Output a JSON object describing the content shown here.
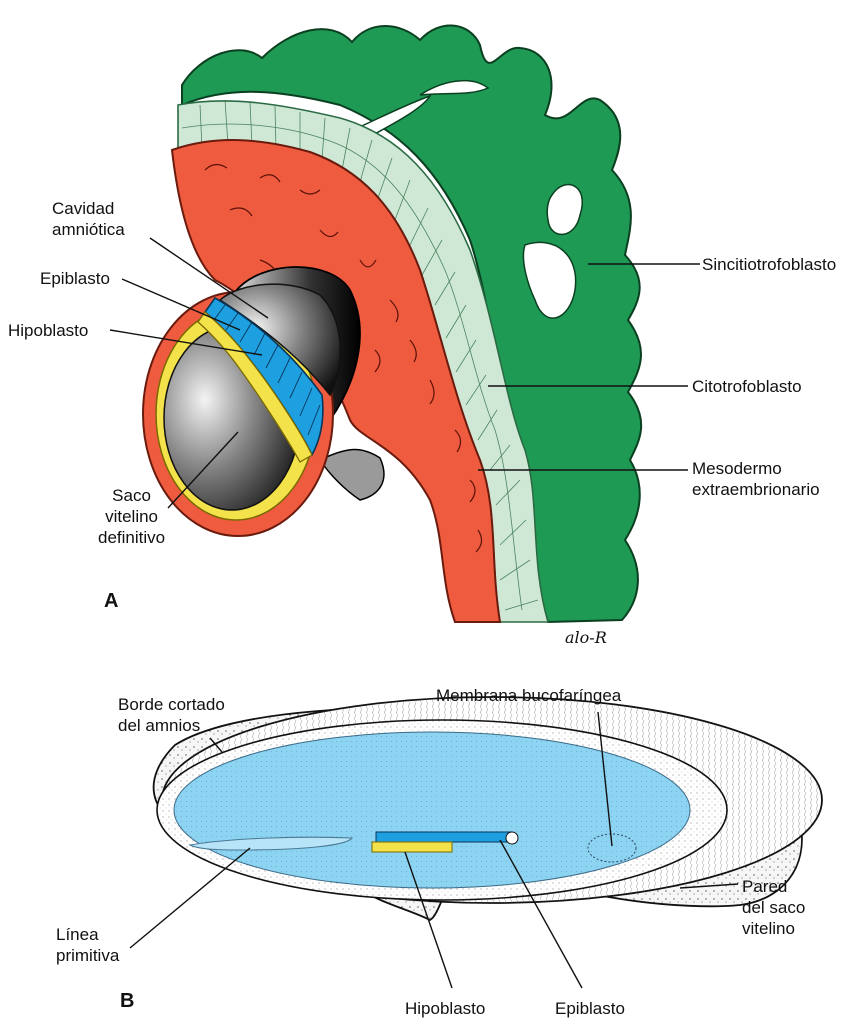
{
  "panels": {
    "a": "A",
    "b": "B"
  },
  "signature": "alo-R",
  "panel_a_labels": {
    "cavidad": "Cavidad\namniótica",
    "epiblasto": "Epiblasto",
    "hipoblasto": "Hipoblasto",
    "saco": "Saco\nvitelino\ndefinitivo",
    "sincitio": "Sincitiotrofoblasto",
    "citotro": "Citotrofoblasto",
    "mesodermo": "Mesodermo\nextraembrionario"
  },
  "panel_b_labels": {
    "borde": "Borde cortado\ndel amnios",
    "membrana": "Membrana bucofaríngea",
    "linea": "Línea\nprimitiva",
    "hipoblasto": "Hipoblasto",
    "epiblasto": "Epiblasto",
    "pared": "Pared\ndel saco\nvitelino"
  },
  "colors": {
    "syncytiotrophoblast": "#1f9a55",
    "cytotrophoblast": "#cfe8d6",
    "mesoderm": "#ef5b3f",
    "epiblast": "#1e9fe0",
    "hypoblast": "#f4e24a",
    "embryonic_disc": "#8dd3f2"
  }
}
